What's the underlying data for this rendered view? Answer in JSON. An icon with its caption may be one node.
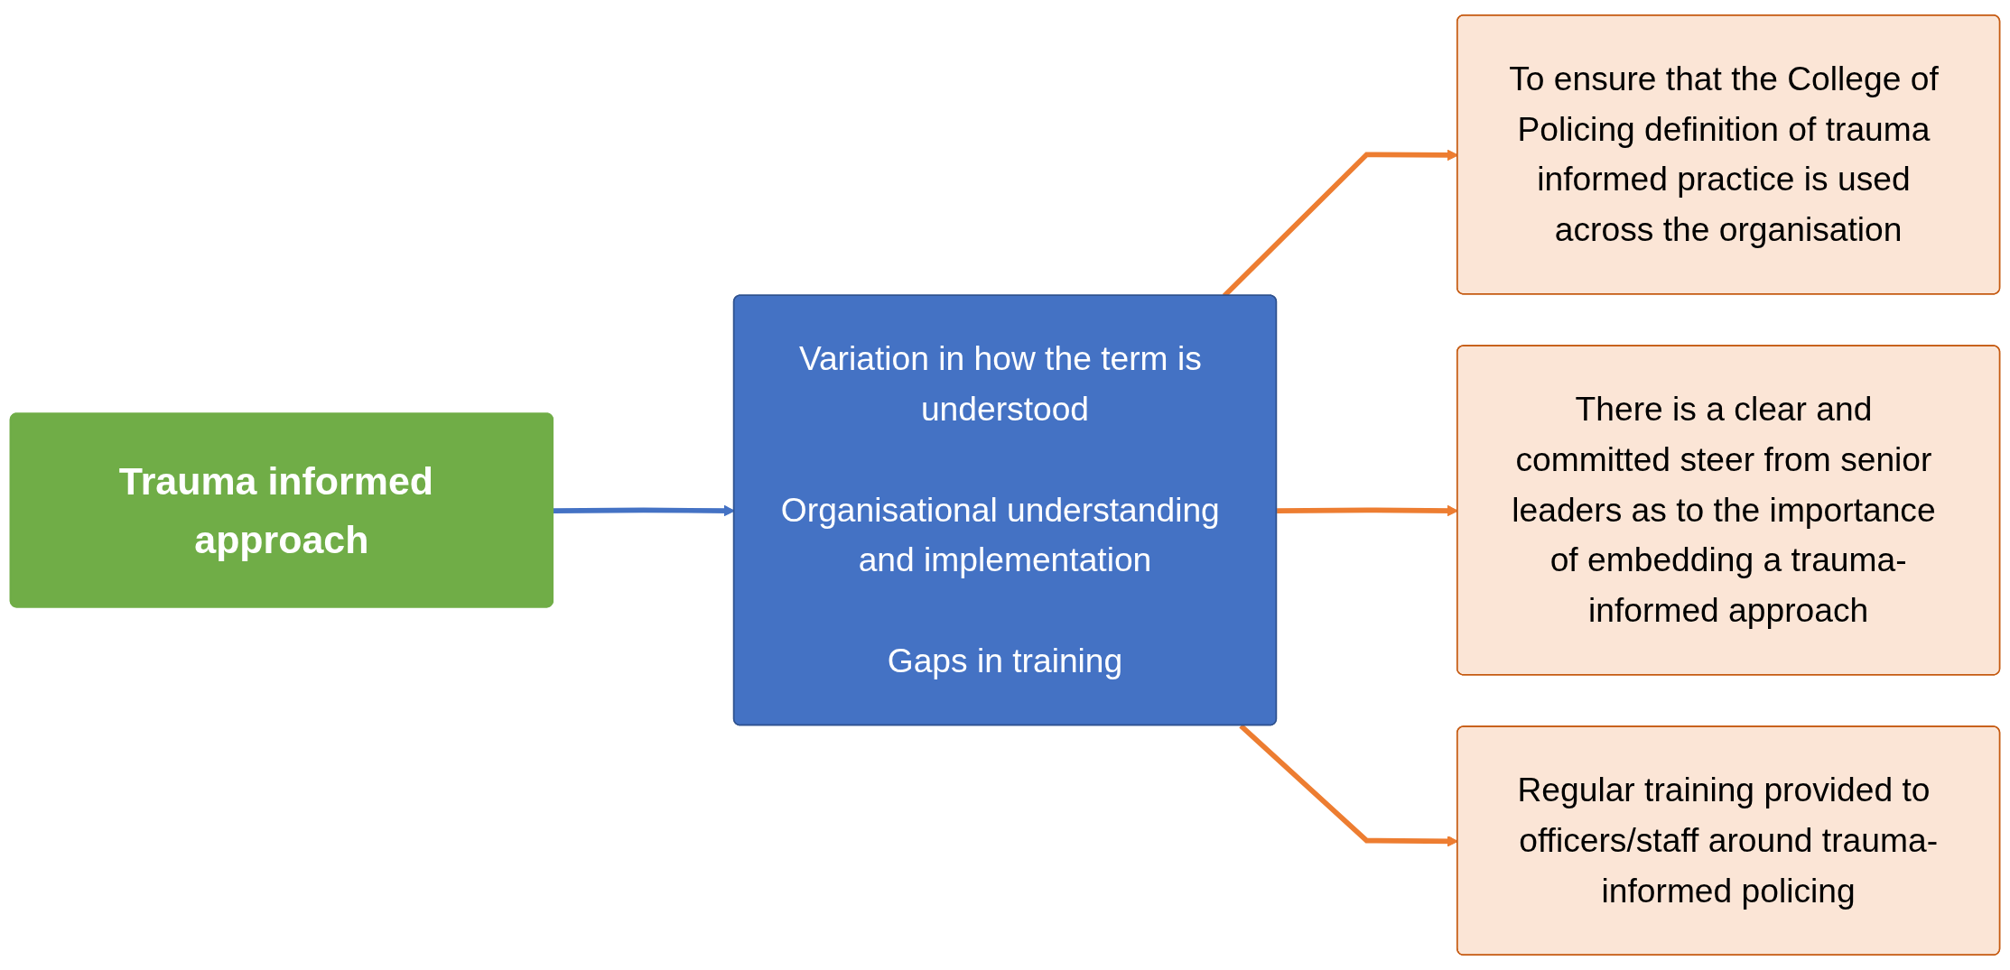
{
  "diagram": {
    "nodes": [
      {
        "text": [
          "Trauma informed approach"
        ]
      },
      {
        "text": [
          "Variation in how the term is understood",
          "Organisational understanding and implementation",
          "Gaps in training"
        ]
      },
      {
        "text": [
          "To ensure that the College of Policing definition of trauma informed practice is used across the organisation"
        ]
      },
      {
        "text": [
          "There is a clear and committed steer from senior leaders as to the importance of embedding a trauma-informed approach"
        ]
      },
      {
        "text": [
          "Regular training provided to officers/staff around trauma-informed policing"
        ]
      }
    ],
    "edges": [
      {
        "from": 0,
        "to": 1,
        "arrow": "to",
        "color": "#4472c4"
      },
      {
        "from": 1,
        "to": 2,
        "arrow": "to"
      },
      {
        "from": 1,
        "to": 3,
        "arrow": "to"
      },
      {
        "from": 1,
        "to": 4,
        "arrow": "to"
      }
    ]
  }
}
